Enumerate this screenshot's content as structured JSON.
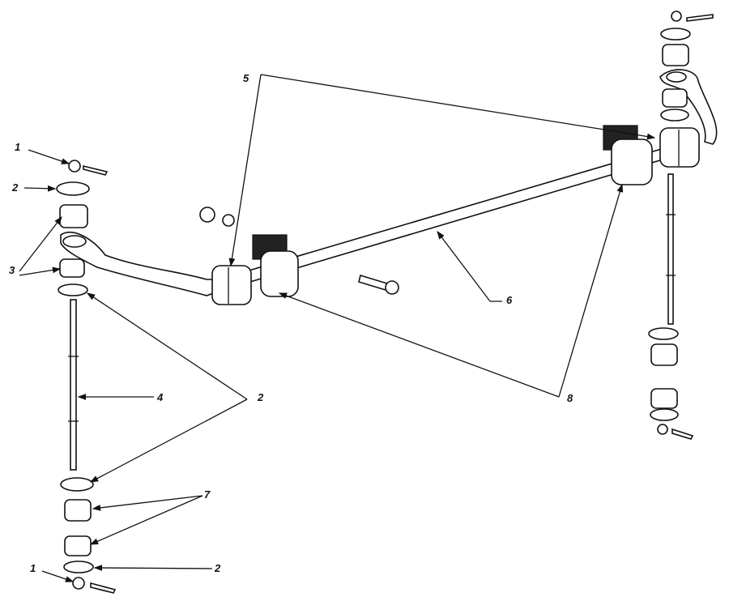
{
  "diagram": {
    "title": "Stabilizer bar exploded view",
    "labels": [
      {
        "id": "1a",
        "text": "1"
      },
      {
        "id": "2a",
        "text": "2"
      },
      {
        "id": "3",
        "text": "3"
      },
      {
        "id": "4",
        "text": "4"
      },
      {
        "id": "2b",
        "text": "2"
      },
      {
        "id": "5",
        "text": "5"
      },
      {
        "id": "6",
        "text": "6"
      },
      {
        "id": "8",
        "text": "8"
      },
      {
        "id": "7",
        "text": "7"
      },
      {
        "id": "2c",
        "text": "2"
      },
      {
        "id": "1b",
        "text": "1"
      }
    ],
    "colors": {
      "ink": "#111111",
      "paper": "#ffffff"
    }
  }
}
